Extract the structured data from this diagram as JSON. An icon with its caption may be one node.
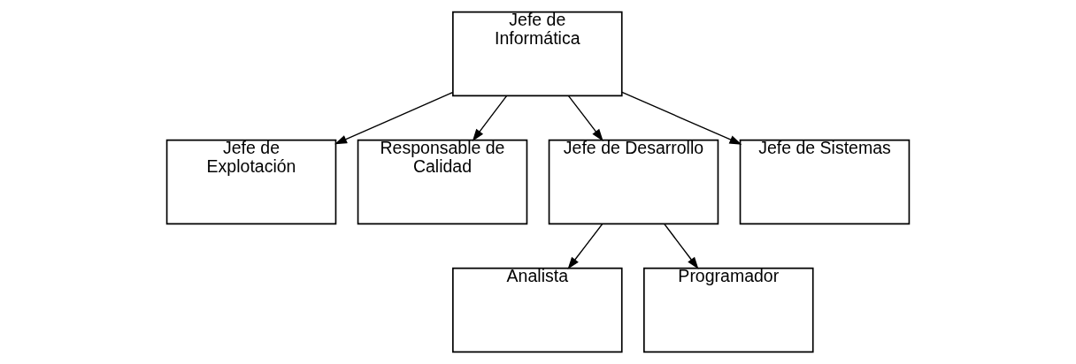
{
  "diagram": {
    "nodes": [
      {
        "text": [
          "Jefe de Informática"
        ]
      },
      {
        "text": [
          "Jefe de Explotación"
        ]
      },
      {
        "text": [
          "Responsable de Calidad"
        ]
      },
      {
        "text": [
          "Jefe de Desarrollo"
        ]
      },
      {
        "text": [
          "Jefe de Sistemas"
        ]
      },
      {
        "text": [
          "Analista"
        ]
      },
      {
        "text": [
          "Programador"
        ]
      }
    ],
    "edges": [
      {
        "from": 0,
        "to": 1,
        "arrow": "to"
      },
      {
        "from": 0,
        "to": 2,
        "arrow": "to"
      },
      {
        "from": 0,
        "to": 3,
        "arrow": "to"
      },
      {
        "from": 0,
        "to": 4,
        "arrow": "to"
      },
      {
        "from": 3,
        "to": 5,
        "arrow": "to"
      },
      {
        "from": 3,
        "to": 6,
        "arrow": "to"
      }
    ]
  }
}
